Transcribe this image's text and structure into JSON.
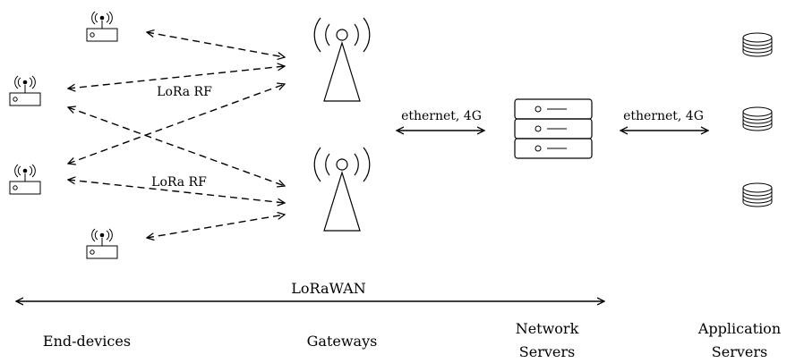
{
  "labels": {
    "rf_top": "LoRa RF",
    "rf_bottom": "LoRa RF",
    "link_left": "ethernet, 4G",
    "link_right": "ethernet, 4G",
    "lorawan": "LoRaWAN"
  },
  "columns": {
    "end_devices": "End-devices",
    "gateways": "Gateways",
    "network_servers": [
      "Network",
      "Servers"
    ],
    "application_servers": [
      "Application",
      "Servers"
    ]
  }
}
